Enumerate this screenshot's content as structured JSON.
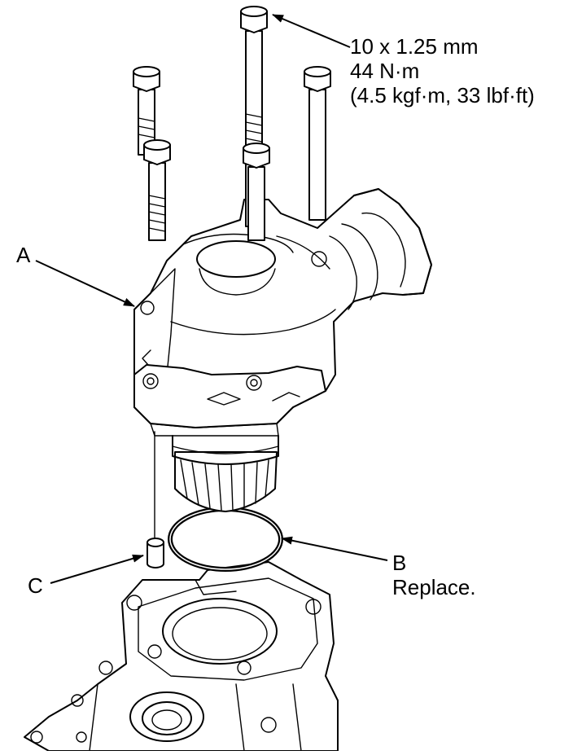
{
  "callouts": {
    "spec_line1": "10 x 1.25 mm",
    "spec_line2": "44 N·m",
    "spec_line3": "(4.5 kgf·m, 33 lbf·ft)",
    "label_a": "A",
    "label_b": "B",
    "label_b_note": "Replace.",
    "label_c": "C"
  }
}
